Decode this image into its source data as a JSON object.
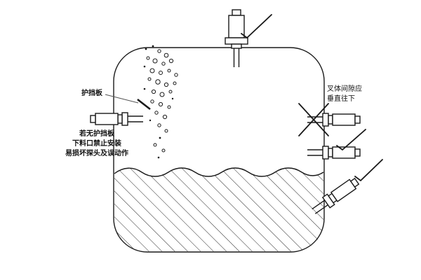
{
  "diagram": {
    "title_semantic": "tuning-fork-level-switch-installation-diagram",
    "labels": {
      "baffle": "护挡板",
      "warning_line1": "若无护挡板",
      "warning_line2": "下料口禁止安装",
      "warning_line3": "易损坏探头及误动作",
      "fork_note_line1": "叉体间隙应",
      "fork_note_line2": "垂直往下"
    },
    "sensors": [
      {
        "id": "top",
        "orientation": "vertical",
        "mark": "check-correct"
      },
      {
        "id": "right-upper",
        "orientation": "horizontal",
        "mark": "x-incorrect"
      },
      {
        "id": "right-middle",
        "orientation": "horizontal",
        "mark": "check-correct"
      },
      {
        "id": "right-bottom",
        "orientation": "angled",
        "mark": "check-correct"
      },
      {
        "id": "left-behind-baffle",
        "orientation": "horizontal",
        "mark": "none"
      }
    ],
    "colors": {
      "line": "#1a1a1a",
      "background": "#ffffff"
    }
  }
}
